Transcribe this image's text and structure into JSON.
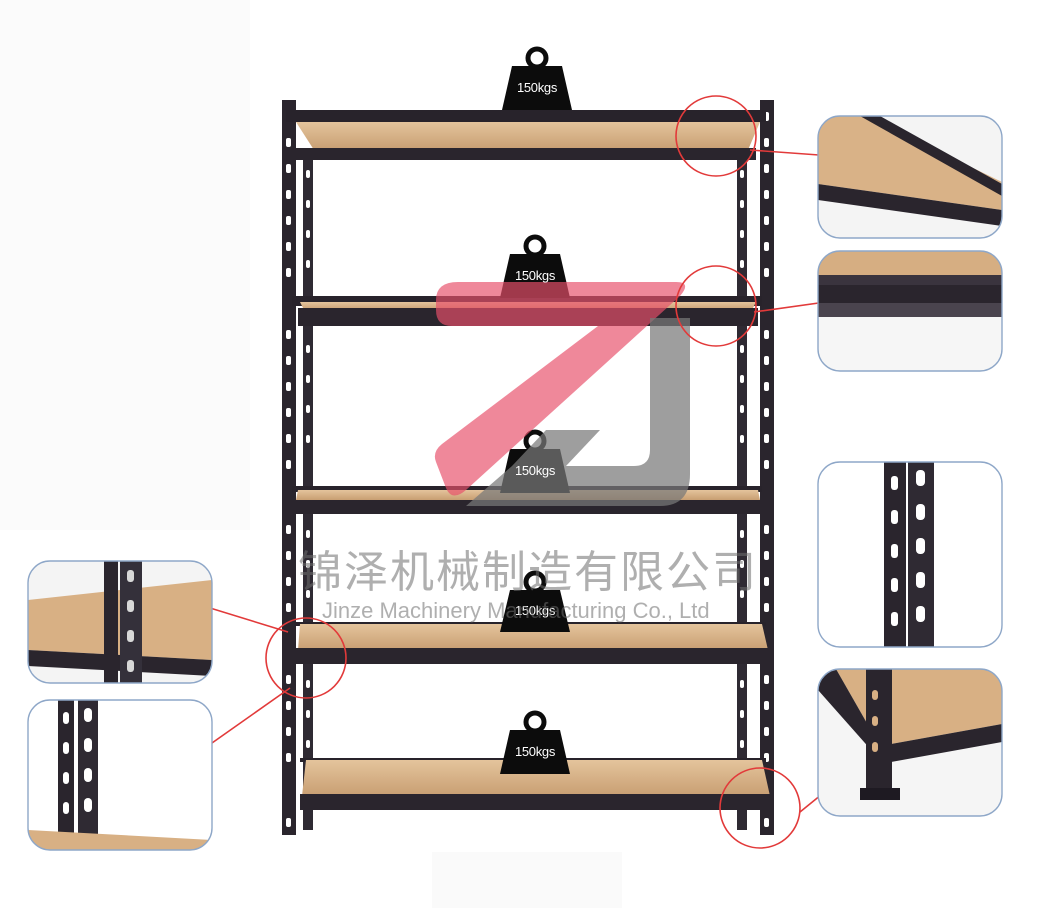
{
  "load_labels": [
    "150kgs",
    "150kgs",
    "150kgs",
    "150kgs",
    "150kgs"
  ],
  "watermark": {
    "cn": "锦泽机械制造有限公司",
    "en": "Jinze Machinery Manufacturing Co., Ltd"
  },
  "colors": {
    "frame": "#26222a",
    "board": "#dcb88e",
    "callout_line": "#e23a3a",
    "callout_border": "#8ea7c8",
    "logo_red": "#e8506a",
    "logo_gray": "#7c7c7c"
  }
}
